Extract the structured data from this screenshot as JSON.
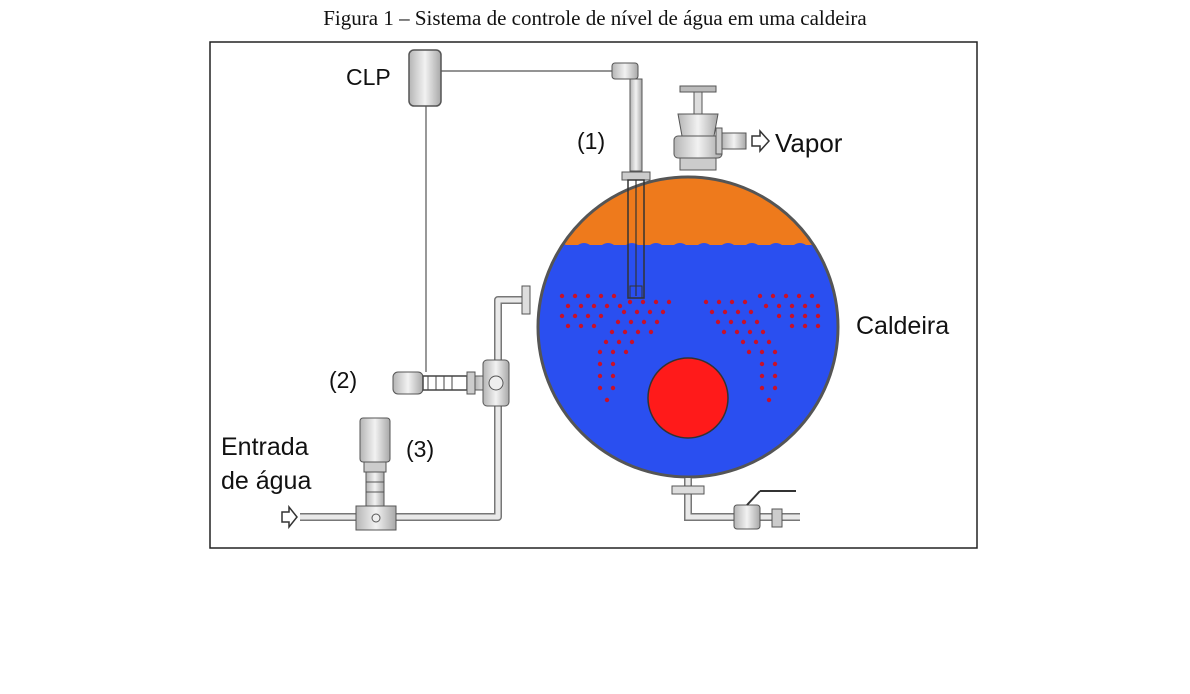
{
  "caption": "Figura 1 – Sistema de controle de nível de água em uma caldeira",
  "labels": {
    "clp": "CLP",
    "sensor": "(1)",
    "vapor": "Vapor",
    "caldeira": "Caldeira",
    "valve": "(2)",
    "pump": "(3)",
    "entrada_line1": "Entrada",
    "entrada_line2": "de água"
  },
  "colors": {
    "steam": "#ee7a1c",
    "water": "#2a4ff0",
    "fire": "#ff1a1a",
    "tubes": "#c8112a",
    "frame": "#222222",
    "equipment": "#d9d9d9"
  },
  "icons": [
    "arrow-right-icon",
    "gate-valve-icon",
    "control-valve-icon",
    "vertical-pump-icon",
    "ball-valve-icon",
    "level-sensor-icon"
  ]
}
